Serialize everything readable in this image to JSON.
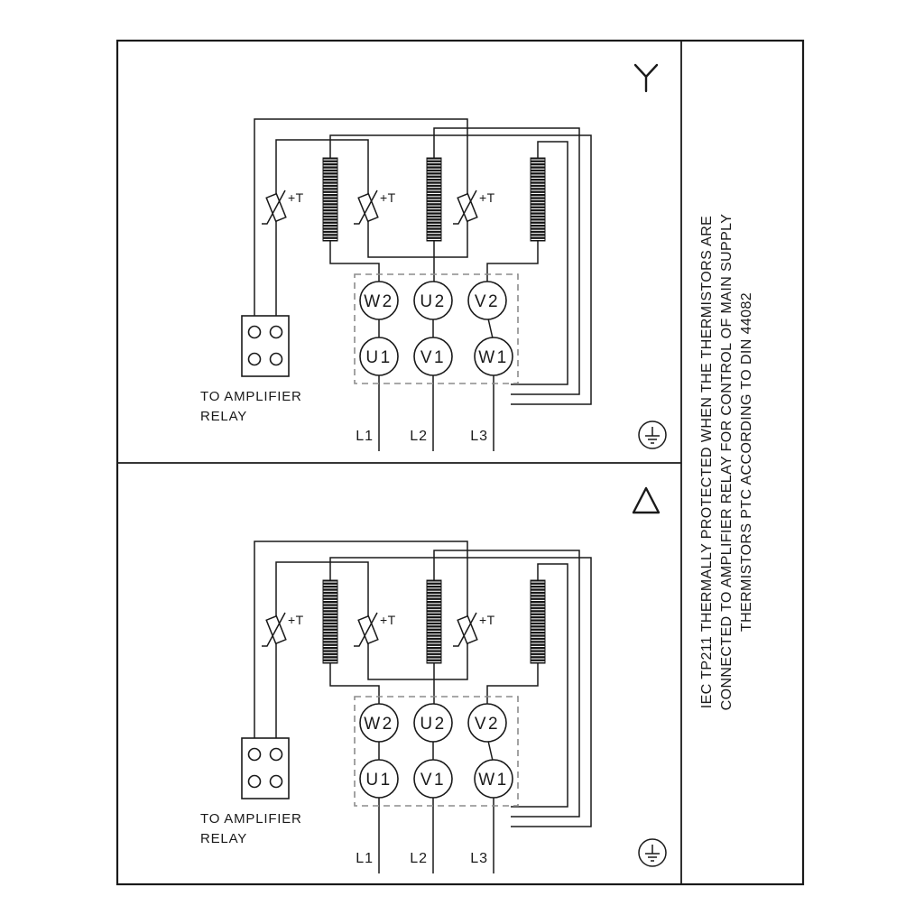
{
  "side_note": {
    "line1": "IEC TP211 THERMALLY PROTECTED WHEN THE THERMISTORS ARE",
    "line2": "CONNECTED TO AMPLIFIER RELAY FOR CONTROL OF MAIN SUPPLY",
    "line3": "THERMISTORS PTC ACCORDING TO DIN 44082"
  },
  "panels": [
    {
      "connection": "star",
      "corner_icon": "star-icon",
      "thermistor_label": "+T",
      "relay_line1": "TO AMPLIFIER",
      "relay_line2": "RELAY",
      "terminals": {
        "top": [
          "W2",
          "U2",
          "V2"
        ],
        "bottom": [
          "U1",
          "V1",
          "W1"
        ]
      },
      "supply": [
        "L1",
        "L2",
        "L3"
      ]
    },
    {
      "connection": "delta",
      "corner_icon": "delta-icon",
      "thermistor_label": "+T",
      "relay_line1": "TO AMPLIFIER",
      "relay_line2": "RELAY",
      "terminals": {
        "top": [
          "W2",
          "U2",
          "V2"
        ],
        "bottom": [
          "U1",
          "V1",
          "W1"
        ]
      },
      "supply": [
        "L1",
        "L2",
        "L3"
      ]
    }
  ]
}
